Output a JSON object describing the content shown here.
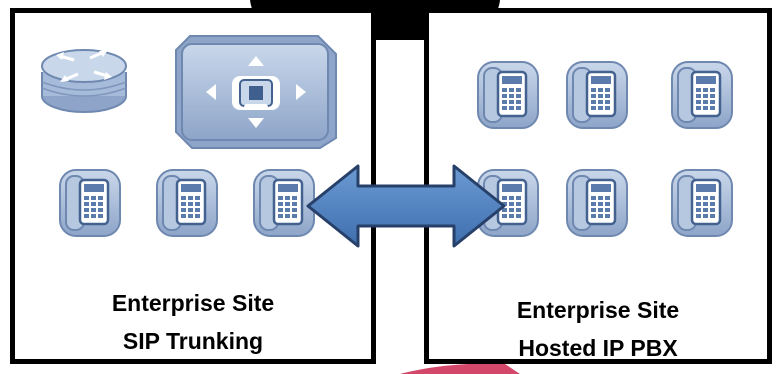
{
  "sites": [
    {
      "label_line1": "Enterprise Site",
      "label_line2": "SIP Trunking"
    },
    {
      "label_line1": "Enterprise Site",
      "label_line2": "Hosted IP PBX"
    }
  ],
  "colors": {
    "device_fill": "#9fb4d4",
    "device_dark": "#6e88b0",
    "device_light": "#c9d7ea",
    "arrow_fill": "#4f81bd",
    "arrow_stroke": "#27406a",
    "border": "#000000",
    "cloud_fill": "#000000",
    "accent_pink": "#d3476a"
  },
  "icons": [
    "router-icon",
    "call-manager-icon",
    "ip-phone-icon",
    "bidirectional-arrow"
  ]
}
